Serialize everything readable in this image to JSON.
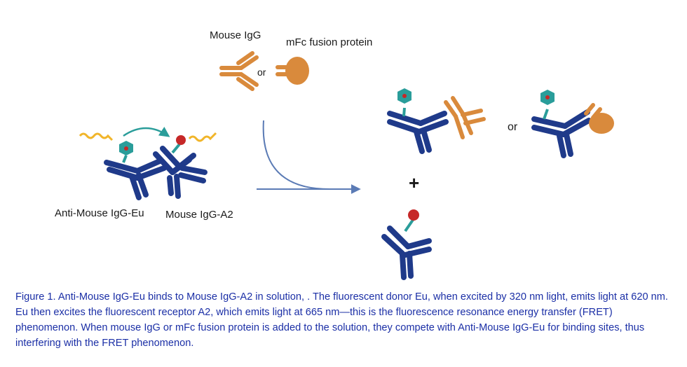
{
  "labels": {
    "mouse_igg": "Mouse IgG",
    "mfc_fusion": "mFc fusion protein",
    "anti_mouse_igg_eu": "Anti-Mouse IgG-Eu",
    "mouse_igg_a2": "Mouse IgG-A2",
    "or_top": "or",
    "or_right": "or",
    "plus": "+"
  },
  "colors": {
    "antibody_blue": "#1f3a8a",
    "igg_orange": "#d98a3c",
    "hexagon_teal": "#2a9d9a",
    "acceptor_red": "#c62828",
    "light_wave_yellow": "#f1b52a",
    "arrow_blue": "#5b7bb5",
    "caption_blue": "#1b2fa6"
  },
  "caption": "Figure 1. Anti-Mouse IgG-Eu binds to Mouse IgG-A2 in solution, . The fluorescent donor Eu, when excited by 320 nm light, emits light at 620 nm. Eu then excites the fluorescent receptor A2, which emits light at 665 nm—this is the fluorescence resonance energy transfer (FRET) phenomenon. When mouse IgG or mFc fusion protein is added to the solution, they compete with Anti-Mouse IgG-Eu for binding sites, thus interfering with the FRET phenomenon."
}
